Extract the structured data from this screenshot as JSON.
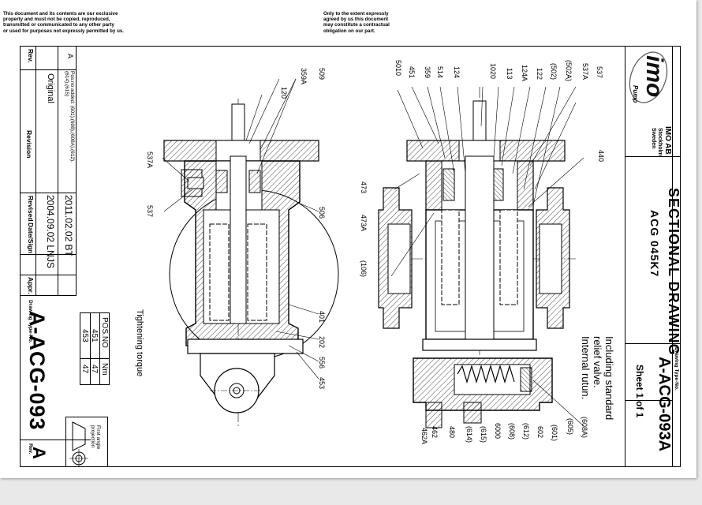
{
  "notices": {
    "left": "This document and its contents are our exclusive\nproperty and must not be copied, reproduced,\ntransmitted or communicated to any other party\nor used for purposes not expressly permitted by us.",
    "right": "Only to the extent expressly\nagreed by us this document\nmay constitute a contractual\nobligation on our part."
  },
  "revision_block": {
    "rev_header": "Rev.",
    "revision_header": "Revision",
    "revised_header": "Revised",
    "date_sign_header": "Date/Sign",
    "appr_header": "Appr.",
    "rows": [
      {
        "rev": "A",
        "text": "Pos.no added: (601),(608),(608A),(612).\n(614),(615)",
        "date_sign": "2011.02.02 BT",
        "appr": ""
      },
      {
        "rev": "",
        "text": "Original",
        "date_sign": "2004.09.02 LN",
        "appr": "JS"
      }
    ]
  },
  "drawing_type_label": "Drawing Type-No.",
  "drawing_number_left": "A-ACG-093",
  "rev_label_left": "Rev.",
  "rev_value_left": "A",
  "projection_text": "First angle\nprojection",
  "torque_table": {
    "caption": "Tightening torque",
    "headers": [
      "POS.NO",
      "Nm"
    ],
    "rows": [
      [
        "451",
        "47"
      ],
      [
        "453",
        "47"
      ]
    ]
  },
  "note": [
    "Including standard",
    "relief valve.",
    "Internal rutun."
  ],
  "title_block": {
    "company": "IMO AB",
    "city": "Stockholm",
    "country": "Sweden",
    "logo_text": "imo",
    "logo_sub": "Pump",
    "title": "SECTIONAL DRAWING",
    "model": "ACG 045K7",
    "drawing_type_label": "Drawing Type-No.",
    "drawing_number": "A-ACG-093A",
    "sheet": "Sheet 1 of 1"
  },
  "callouts_left_view": [
    "537A",
    "537",
    "506",
    "401",
    "202",
    "556",
    "453",
    "509",
    "359A",
    "120"
  ],
  "callouts_right_top": [
    "5010",
    "451",
    "359",
    "514",
    "124",
    "1020",
    "113",
    "124A",
    "122",
    "(502)",
    "(502A)",
    "537A",
    "537"
  ],
  "callouts_right_side": [
    "473",
    "473A",
    "(106)",
    "440"
  ],
  "callouts_right_bottom": [
    "462A",
    "462",
    "480",
    "(614)",
    "(615)",
    "6000",
    "(608)",
    "(612)",
    "602",
    "(601)",
    "(605)",
    "(608A)"
  ]
}
